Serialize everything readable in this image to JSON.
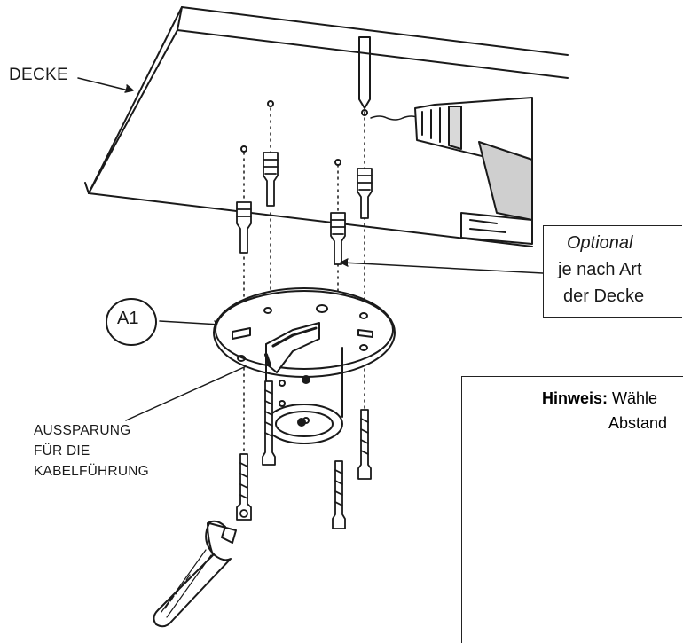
{
  "labels": {
    "ceiling": "DECKE",
    "bracket_id": "A1",
    "optional_line1": "Optional",
    "optional_line2": "je nach Art",
    "optional_line3": "der Decke",
    "cable_cutout_line1": "AUSSPARUNG",
    "cable_cutout_line2": "FÜR DIE",
    "cable_cutout_line3": "KABELFÜHRUNG",
    "hint_bold": "Hinweis:",
    "hint_text": " Wähle",
    "hint_line2": "Abstand"
  },
  "colors": {
    "ink": "#1a1a1a",
    "drill_gray": "#cfcfcf",
    "background": "#ffffff"
  },
  "icons": [
    "drill-icon",
    "wrench-icon",
    "wall-plug-icon",
    "screw-icon",
    "ceiling-mount-icon"
  ]
}
